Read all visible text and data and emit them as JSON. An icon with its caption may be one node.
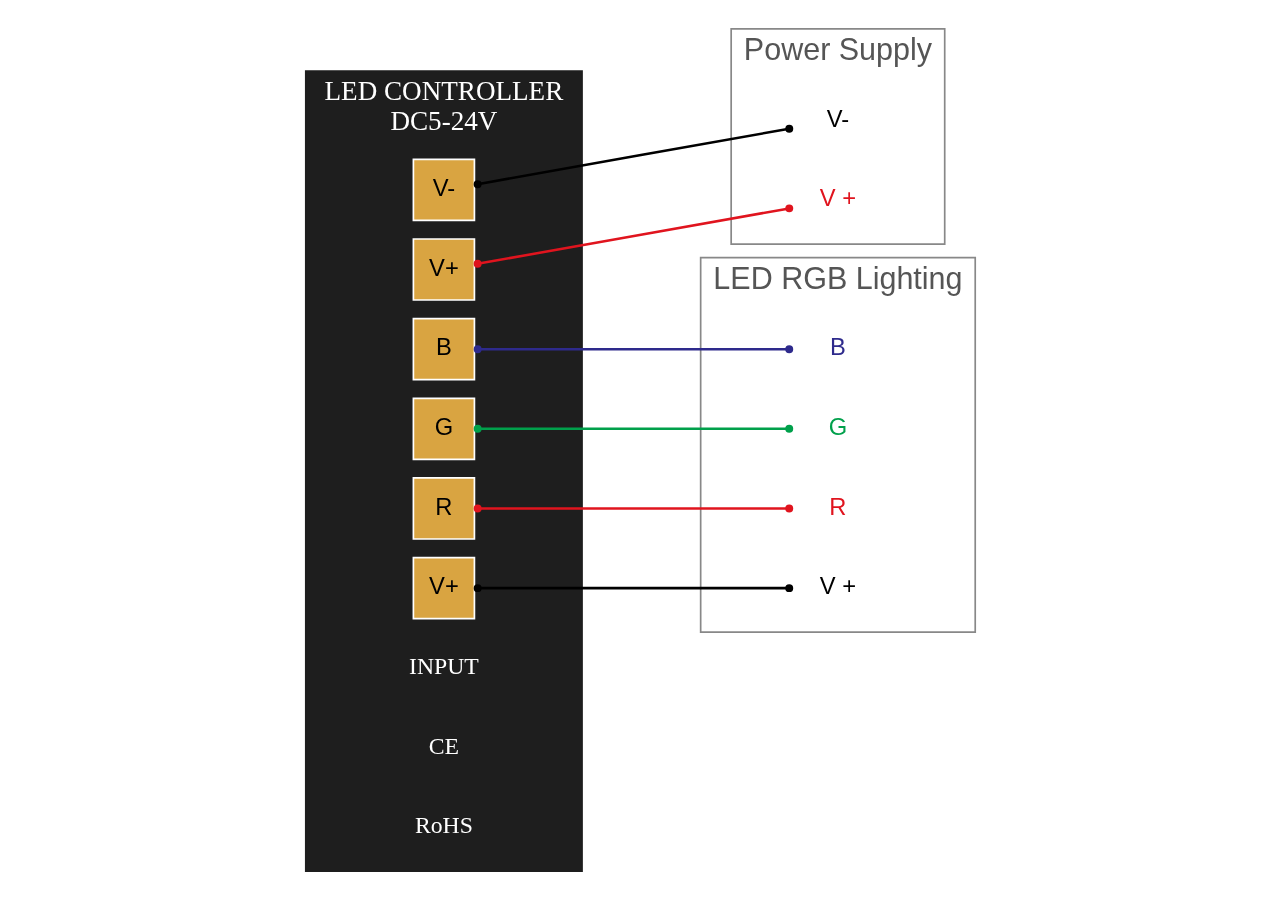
{
  "diagram": {
    "nodes": [
      {
        "text": [
          "Power Supply"
        ]
      },
      {
        "text": [
          "V-"
        ],
        "in": 0
      },
      {
        "text": [
          "V +"
        ],
        "in": 0
      },
      {
        "text": [
          "LED CONTROLLER",
          "DC5-24V"
        ]
      },
      {
        "text": [
          "V-"
        ],
        "in": 3
      },
      {
        "text": [
          "V+"
        ],
        "in": 3
      },
      {
        "text": [
          "B"
        ],
        "in": 3
      },
      {
        "text": [
          "G"
        ],
        "in": 3
      },
      {
        "text": [
          "R"
        ],
        "in": 3
      },
      {
        "text": [
          "V+"
        ],
        "in": 3
      },
      {
        "text": [
          "LED RGB Lighting"
        ]
      },
      {
        "text": [
          "V +"
        ],
        "in": 10
      },
      {
        "text": [
          "R"
        ],
        "in": 10
      },
      {
        "text": [
          "G"
        ],
        "in": 10
      },
      {
        "text": [
          "B"
        ],
        "in": 10
      }
    ],
    "edges": [
      {
        "from": 4,
        "to": 1,
        "arrow": "other"
      },
      {
        "from": 5,
        "to": 2,
        "arrow": "other",
        "color": "#e0141e"
      },
      {
        "from": 9,
        "to": 11,
        "arrow": "other"
      },
      {
        "from": 8,
        "to": 12,
        "arrow": "other",
        "color": "#e0141e"
      },
      {
        "from": 7,
        "to": 13,
        "arrow": "other",
        "color": "#00a04b"
      },
      {
        "from": 6,
        "to": 14,
        "arrow": "other",
        "color": "#2e2a8c"
      }
    ],
    "labels": [
      "INPUT",
      "CE",
      "RoHS"
    ]
  }
}
